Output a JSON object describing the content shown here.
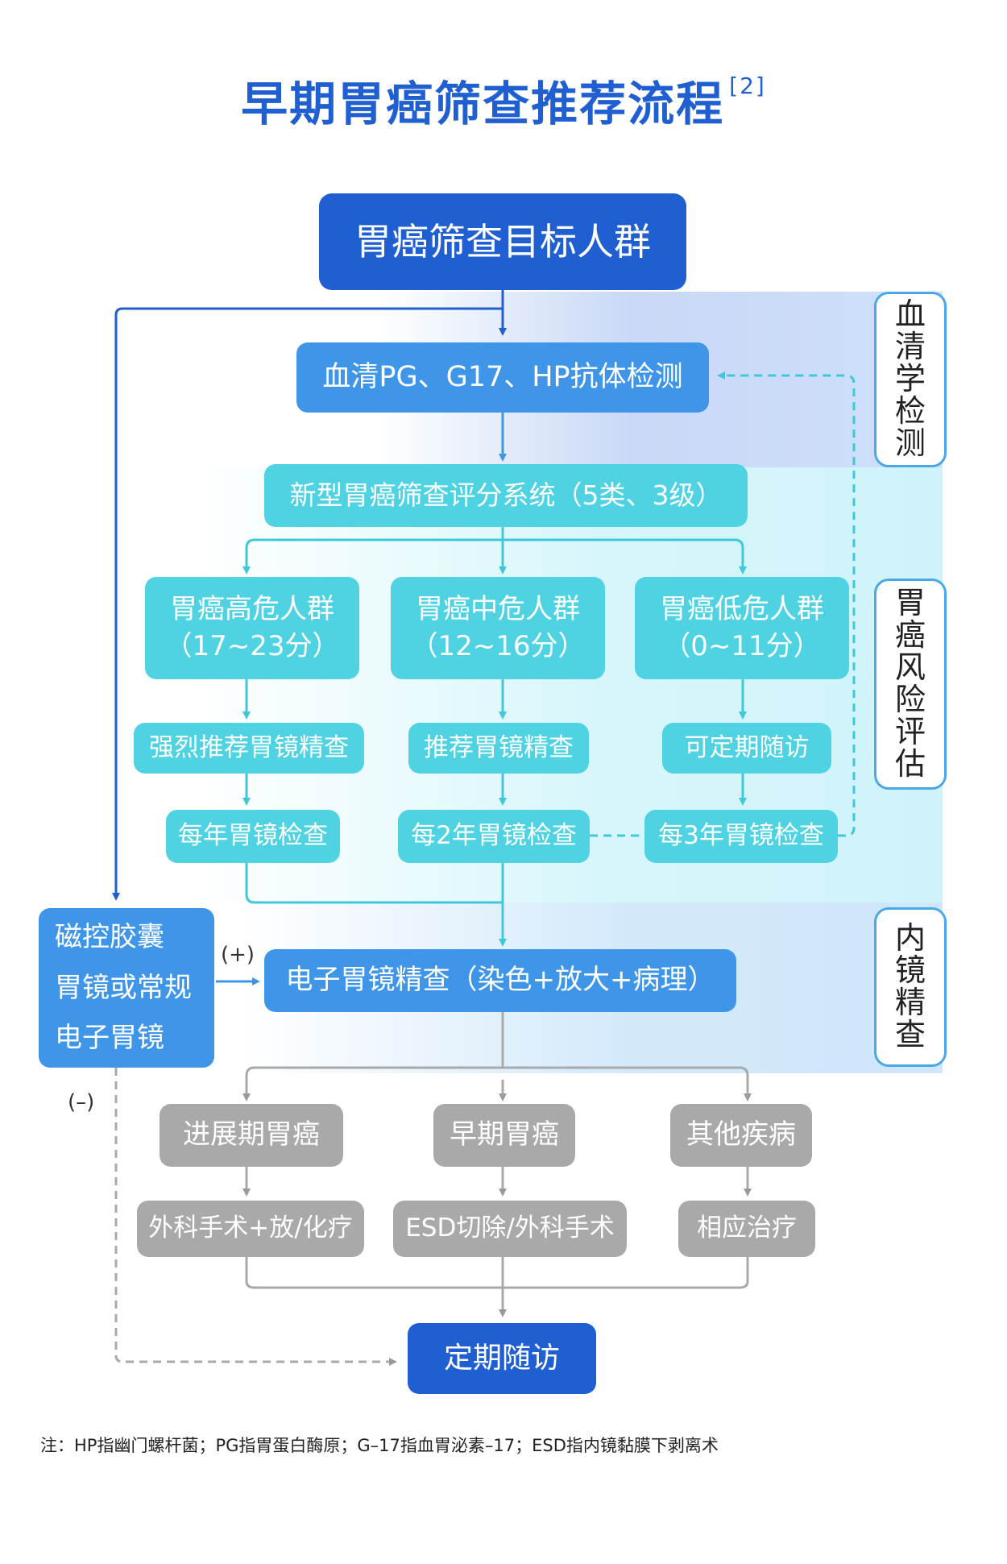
{
  "title": "早期胃癌筛查推荐流程",
  "title_ref": "[2]",
  "target": "胃癌筛查目标人群",
  "serology_test": "血清PG、G17、HP抗体检测",
  "scoring_system": "新型胃癌筛查评分系统（5类、3级）",
  "risk_groups": [
    {
      "name": "胃癌高危人群",
      "score": "（17~23分）",
      "recommendation": "强烈推荐胃镜精查",
      "interval": "每年胃镜检查"
    },
    {
      "name": "胃癌中危人群",
      "score": "（12~16分）",
      "recommendation": "推荐胃镜精查",
      "interval": "每2年胃镜检查"
    },
    {
      "name": "胃癌低危人群",
      "score": "（0~11分）",
      "recommendation": "可定期随访",
      "interval": "每3年胃镜检查"
    }
  ],
  "capsule": [
    "磁控胶囊",
    "胃镜或常规",
    "电子胃镜"
  ],
  "plus_sign": "(+)",
  "minus_sign": "(–)",
  "endoscopy": "电子胃镜精查（染色+放大+病理）",
  "outcomes": [
    {
      "diagnosis": "进展期胃癌",
      "treatment": "外科手术+放/化疗"
    },
    {
      "diagnosis": "早期胃癌",
      "treatment": "ESD切除/外科手术"
    },
    {
      "diagnosis": "其他疾病",
      "treatment": "相应治疗"
    }
  ],
  "follow_up": "定期随访",
  "side_labels": {
    "serology": [
      "血",
      "清",
      "学",
      "检",
      "测"
    ],
    "risk": [
      "胃",
      "癌",
      "风",
      "险",
      "评",
      "估"
    ],
    "endoscopy": [
      "内",
      "镜",
      "精",
      "查"
    ]
  },
  "note": "注：HP指幽门螺杆菌；PG指胃蛋白酶原；G–17指血胃泌素–17；ESD指内镜黏膜下剥离术",
  "colors": {
    "title": "#1f5fd1",
    "navy": "#1f5fd1",
    "blue": "#3f96e8",
    "teal": "#4fd3e2",
    "grey": "#a9a9a9"
  }
}
